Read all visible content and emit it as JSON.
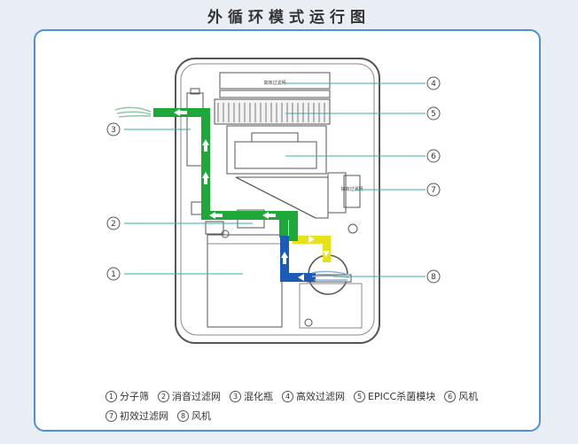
{
  "title": "外循环模式运行图",
  "legend": {
    "row1": [
      {
        "num": "1",
        "label": "分子筛"
      },
      {
        "num": "2",
        "label": "消音过滤网"
      },
      {
        "num": "3",
        "label": "混化瓶"
      },
      {
        "num": "4",
        "label": "高效过滤网"
      },
      {
        "num": "5",
        "label": "EPICC杀菌模块"
      },
      {
        "num": "6",
        "label": "风机"
      }
    ],
    "row2": [
      {
        "num": "7",
        "label": "初效过滤网"
      },
      {
        "num": "8",
        "label": "风机"
      }
    ]
  },
  "callouts": [
    "1",
    "2",
    "3",
    "4",
    "5",
    "6",
    "7",
    "8"
  ],
  "colors": {
    "green": "#1fa83a",
    "blue": "#1d5bb8",
    "yellow": "#e6e21a",
    "teal": "#3aaea0",
    "frame": "#555555",
    "border": "#4f8fd6"
  },
  "icons": [
    "arrow-up-icon",
    "arrow-left-icon",
    "arrow-right-icon",
    "arrow-down-icon",
    "airflow-out-icon",
    "airflow-in-icon"
  ]
}
